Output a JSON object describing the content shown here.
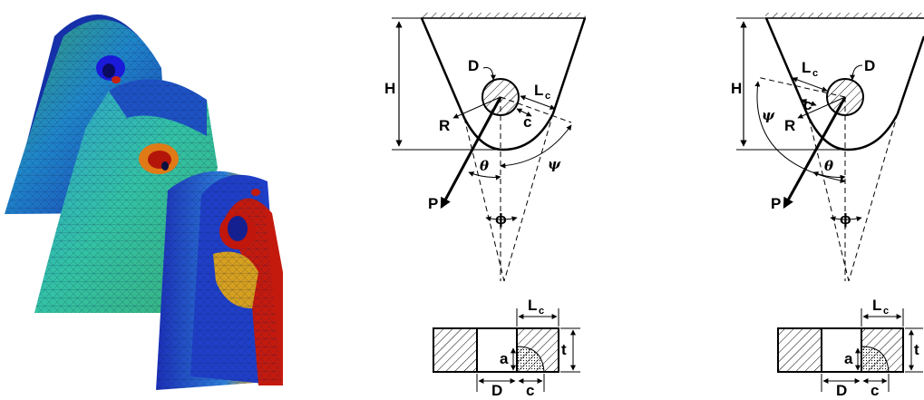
{
  "fea_figure": {
    "description_icon": "fea-mesh-stress-plot"
  },
  "diagram_left": {
    "H": "H",
    "D": "D",
    "L": "L",
    "L_sub": "c",
    "c": "c",
    "R": "R",
    "P": "P",
    "theta": "θ",
    "psi": "ψ",
    "phi": "ϕ"
  },
  "diagram_right": {
    "H": "H",
    "D": "D",
    "L": "L",
    "L_sub": "c",
    "c": "c",
    "R": "R",
    "P": "P",
    "theta": "θ",
    "psi": "ψ",
    "phi": "ϕ"
  },
  "section_left": {
    "L": "L",
    "L_sub": "c",
    "t": "t",
    "a": "a",
    "D": "D",
    "c": "c"
  },
  "section_right": {
    "L": "L",
    "L_sub": "c",
    "t": "t",
    "a": "a",
    "D": "D",
    "c": "c"
  }
}
